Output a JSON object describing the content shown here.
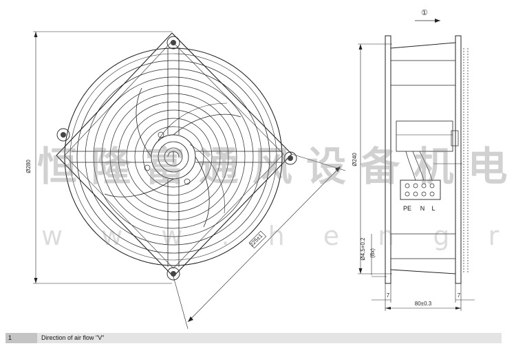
{
  "front_view": {
    "dim_height": "Ø280",
    "dim_diagonal": "225±1"
  },
  "side_view": {
    "flow_marker": "①",
    "dim_diameter": "Ø240",
    "dim_hole": "Ø4,5+0.2",
    "dim_hole_count": "(8x)",
    "dim_flange_left": "7",
    "dim_flange_right": "7",
    "dim_depth": "80±0.3",
    "terminals": [
      "PE",
      "N",
      "L"
    ]
  },
  "watermark": {
    "cn": "恒 隆 富 通 风 设 备 机 电",
    "url": "w w w . h e n g r u i . c n"
  },
  "legend": {
    "number": "1",
    "text": "Direction of air flow \"V\""
  }
}
